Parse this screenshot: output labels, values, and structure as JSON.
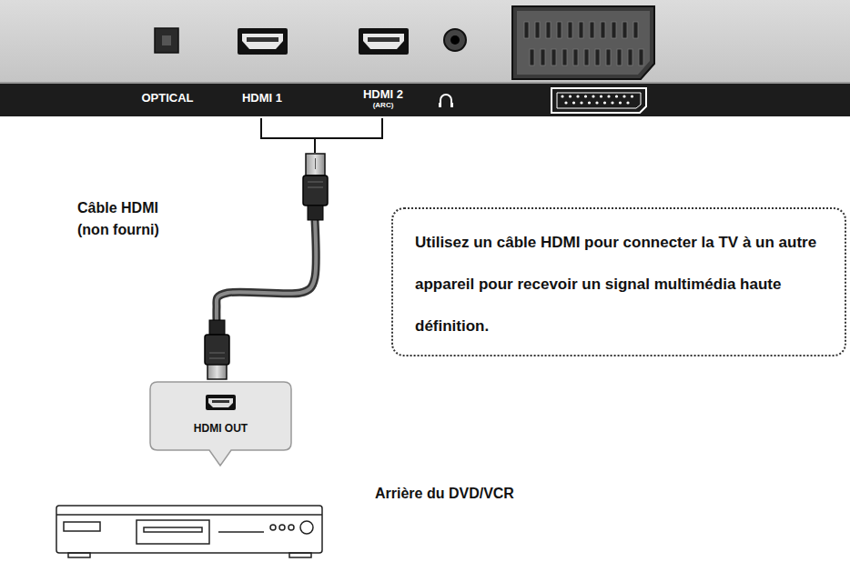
{
  "diagram": {
    "nodes": [
      {
        "text": [
          "OPTICAL",
          "HDMI 1",
          "HDMI 2",
          "(ARC)"
        ]
      },
      {
        "text": [
          "Utilisez un câble HDMI pour connecter la TV à un autre appareil pour recevoir un signal multimédia haute définition."
        ]
      },
      {
        "text": [
          "HDMI OUT"
        ]
      }
    ],
    "labels": [
      "Câble HDMI (non fourni)",
      "Arrière du DVD/VCR"
    ]
  }
}
